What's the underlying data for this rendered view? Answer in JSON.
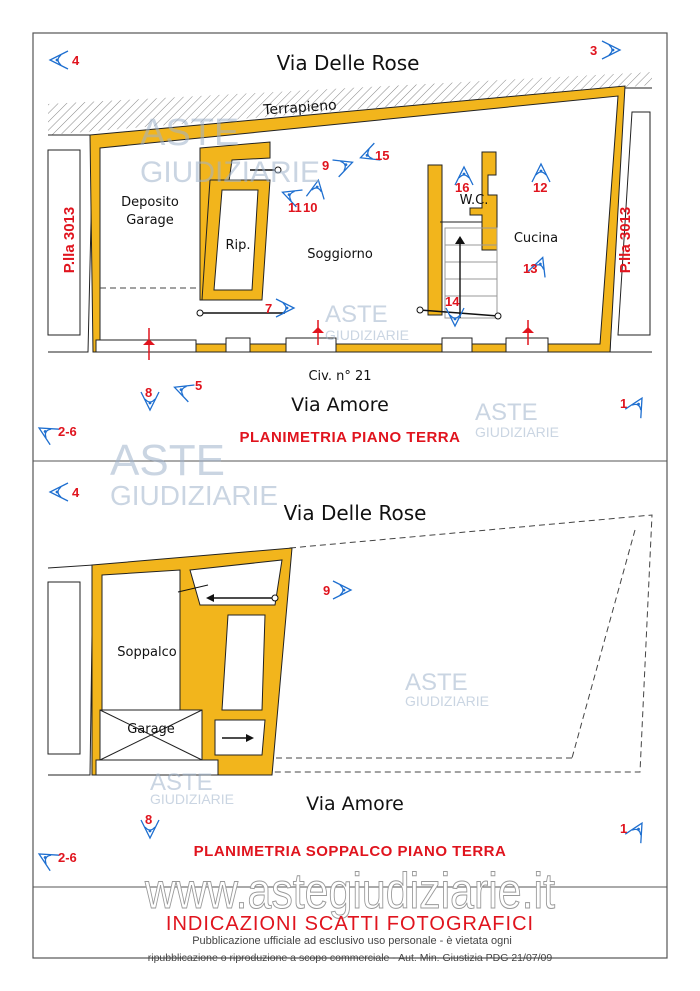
{
  "plan_ground": {
    "street_top": "Via Delle Rose",
    "embankment": "Terrapieno",
    "rooms": [
      "Deposito",
      "Garage",
      "Rip.",
      "Soggiorno",
      "W.C.",
      "Cucina"
    ],
    "parcel_left": "P.lla 3013",
    "parcel_right": "P.lla 3013",
    "civic": "Civ. n° 21",
    "street_bottom": "Via Amore",
    "title": "PLANIMETRIA PIANO TERRA",
    "cameras": [
      "4",
      "3",
      "9",
      "15",
      "16",
      "12",
      "11",
      "10",
      "13",
      "7",
      "14",
      "8",
      "5",
      "1",
      "2-6"
    ]
  },
  "plan_mezzanine": {
    "street_top": "Via Delle Rose",
    "rooms": [
      "Soppalco",
      "Garage"
    ],
    "street_bottom": "Via Amore",
    "title": "PLANIMETRIA SOPPALCO PIANO TERRA",
    "cameras": [
      "4",
      "9",
      "8",
      "1",
      "2-6"
    ]
  },
  "footer": {
    "title": "INDICAZIONI SCATTI FOTOGRAFICI",
    "disclaimer_line1": "Pubblicazione ufficiale ad esclusivo uso personale - è vietata ogni",
    "disclaimer_line2": "ripubblicazione o riproduzione a scopo commerciale - Aut. Min. Giustizia PDG 21/07/09"
  },
  "watermark": {
    "brand_top": "ASTE",
    "brand_bottom": "GIUDIZIARIE",
    "url": "www.astegiudiziarie.it"
  },
  "colors": {
    "wall": "#f2b51c",
    "camera": "#1e6fd0",
    "label_red": "#e0141e"
  }
}
